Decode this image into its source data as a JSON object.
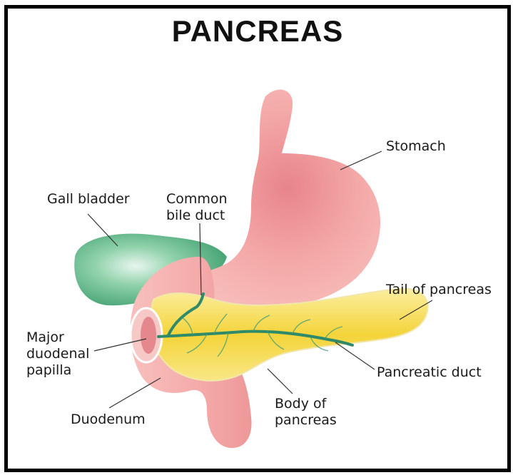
{
  "title": "PANCREAS",
  "labels": {
    "stomach": "Stomach",
    "gall_bladder": "Gall bladder",
    "common_bile_duct": [
      "Common",
      "bile duct"
    ],
    "tail_of_pancreas": "Tail of pancreas",
    "major_duodenal_papilla": [
      "Major",
      "duodenal",
      "papilla"
    ],
    "pancreatic_duct": "Pancreatic duct",
    "duodenum": "Duodenum",
    "body_of_pancreas": [
      "Body of",
      "pancreas"
    ]
  },
  "colors": {
    "stomach": "#f4a9a8",
    "gall_bladder": "#6cc093",
    "pancreas": "#f6dc52",
    "duct": "#2f8a6a",
    "frame": "#000000"
  }
}
